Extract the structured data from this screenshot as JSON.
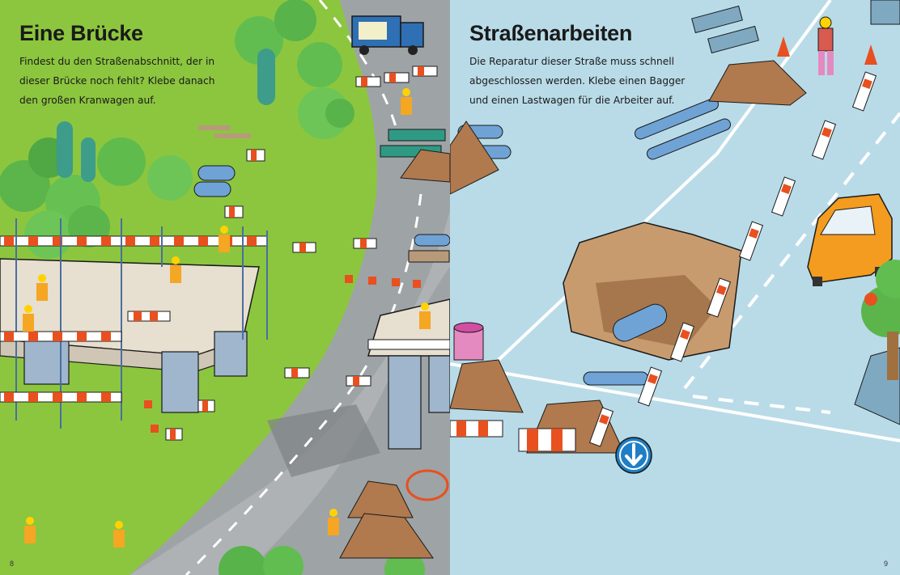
{
  "left_page": {
    "title": "Eine Brücke",
    "text_lines": [
      "Findest du den Straßenabschnitt, der in",
      "dieser Brücke noch fehlt? Klebe danach",
      "den großen Kranwagen auf."
    ],
    "page_number": "8"
  },
  "right_page": {
    "title": "Straßenarbeiten",
    "text_lines": [
      "Die Reparatur dieser Straße muss schnell",
      "abgeschlossen werden. Klebe einen Bagger",
      "und einen Lastwagen für die Arbeiter auf."
    ],
    "page_number": "9"
  },
  "colors": {
    "grass": "#8cc63f",
    "road": "#9ea3a6",
    "asphalt_light": "#b9dbe8",
    "barrier_orange": "#e8501f",
    "car": "#f39c1f",
    "dirt": "#b07a4e"
  },
  "icons": {
    "sign": "down-arrow-icon"
  }
}
